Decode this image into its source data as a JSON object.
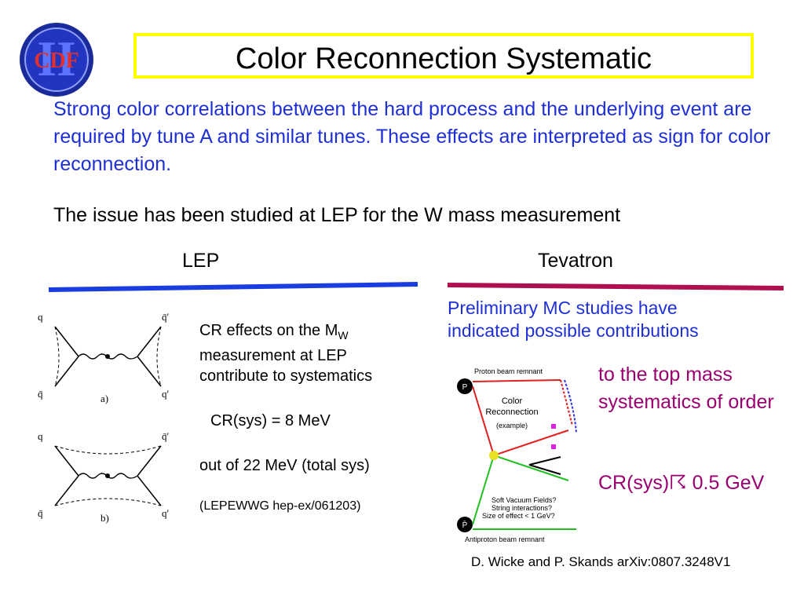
{
  "logo": {
    "text": "CDF",
    "roman": "II"
  },
  "title": "Color Reconnection Systematic",
  "intro": "Strong color correlations between the hard process and the underlying event are required by tune A and similar tunes. These effects are interpreted as sign for color reconnection.",
  "issue": "The issue has been studied at LEP for the W mass measurement",
  "lep": {
    "heading": "LEP",
    "cr_text_1": "CR effects on the M",
    "cr_text_sub": "W",
    "cr_text_2": "measurement at LEP",
    "cr_text_3": "contribute to systematics",
    "cr_sys": "CR(sys) = 8 MeV",
    "out_of": "out of 22 MeV (total sys)",
    "reference": "(LEPEWWG hep-ex/061203)",
    "diagram_a": {
      "q": "q",
      "qbar_prime": "q̄′",
      "qbar": "q̄",
      "q_prime": "q′",
      "label": "a)"
    },
    "diagram_b": {
      "q": "q",
      "qbar_prime": "q̄′",
      "qbar": "q̄",
      "q_prime": "q′",
      "label": "b)"
    }
  },
  "tevatron": {
    "heading": "Tevatron",
    "prelim_1": "Preliminary MC studies have",
    "prelim_2": "indicated possible contributions",
    "top_mass": "to the top mass systematics of order",
    "cr_sys_1": "CR(sys)",
    "cr_sys_symbol": "☈",
    "cr_sys_2": " 0.5 GeV",
    "sketch": {
      "proton_remnant": "Proton beam remnant",
      "title1": "Color",
      "title2": "Reconnection",
      "title3": "(example)",
      "p": "P",
      "pbar": "P̄",
      "q1": "Soft Vacuum Fields?",
      "q2": "String interactions?",
      "q3": "Size of effect < 1 GeV?",
      "antiproton_remnant": "Antiproton beam remnant"
    }
  },
  "citation": "D. Wicke and P. Skands arXiv:0807.3248V1",
  "colors": {
    "intro_blue": "#1f2fd6",
    "accent_magenta": "#9a0070",
    "title_border": "#ffff00",
    "lep_line": "#1a3de0",
    "tev_line": "#b0104f"
  }
}
